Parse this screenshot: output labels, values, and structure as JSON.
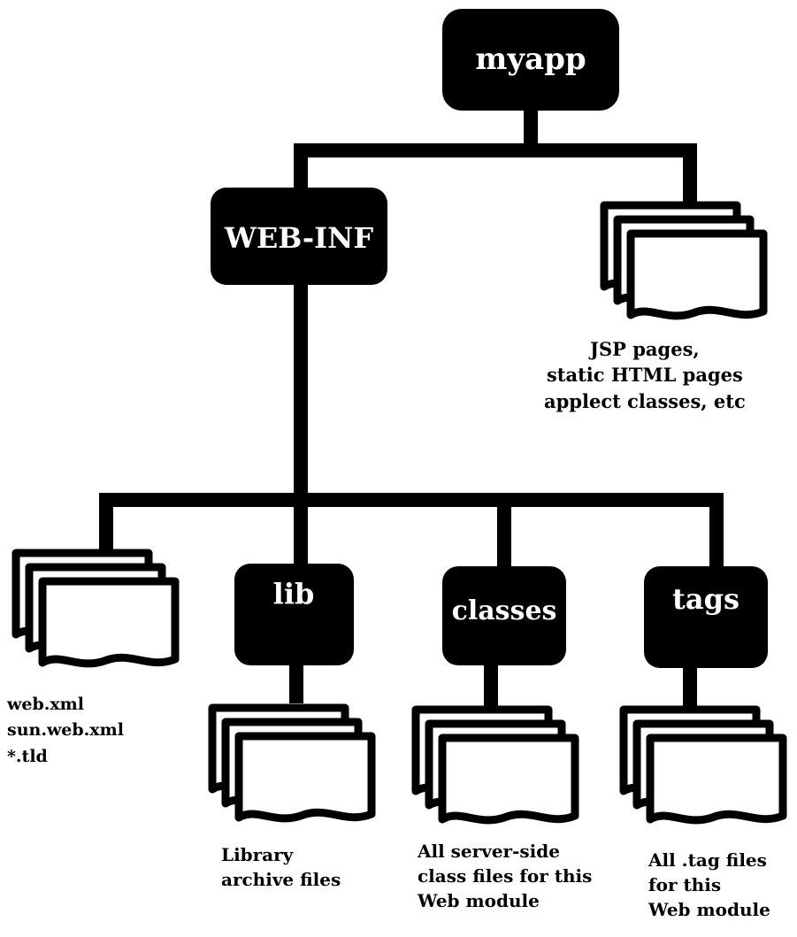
{
  "diagram": {
    "nodes": {
      "myapp": "myapp",
      "webinf": "WEB-INF",
      "lib": "lib",
      "classes": "classes",
      "tags": "tags"
    },
    "captions": {
      "root_files": [
        "JSP pages,",
        "static HTML pages",
        "applect classes, etc"
      ],
      "webinf_files": [
        "web.xml",
        "sun.web.xml",
        "*.tld"
      ],
      "lib_files": [
        "Library",
        "archive files"
      ],
      "classes_files": [
        "All server-side",
        "class files for this",
        "Web module"
      ],
      "tags_files": [
        "All .tag files",
        "for this",
        "Web module"
      ]
    },
    "colors": {
      "node_fill": "#000000",
      "node_text": "#ffffff",
      "connector": "#000000",
      "document_fill": "#ffffff",
      "document_stroke": "#000000"
    },
    "icons": [
      "folder-box",
      "document-stack-icon"
    ]
  }
}
